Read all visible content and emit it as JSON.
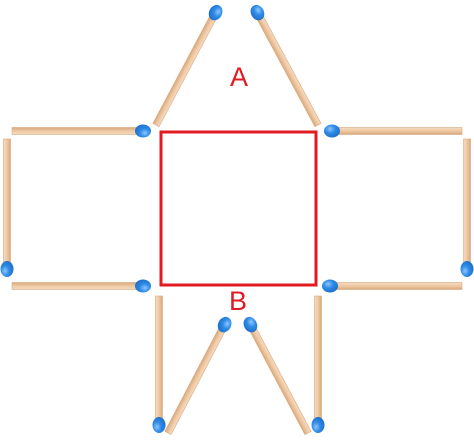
{
  "labels": {
    "a": "A",
    "b": "B"
  },
  "colors": {
    "background": "#ffffff",
    "stick_light": "#f5dcc3",
    "stick_mid": "#eec8a2",
    "stick_dark": "#d8a97e",
    "head": "#2f8be6",
    "head_dark": "#1c6ec8",
    "head_highlight": "#8cc6ff",
    "square": "#e01b22",
    "label": "#e01b22"
  },
  "matchsticks": [
    {
      "id": "top-left-roof",
      "head": "top"
    },
    {
      "id": "top-right-roof",
      "head": "top"
    },
    {
      "id": "left-top-horizontal",
      "head": "right"
    },
    {
      "id": "left-vertical",
      "head": "bottom"
    },
    {
      "id": "left-bottom-horizontal",
      "head": "right"
    },
    {
      "id": "right-top-horizontal",
      "head": "left"
    },
    {
      "id": "right-vertical",
      "head": "bottom"
    },
    {
      "id": "right-bottom-horizontal",
      "head": "left"
    },
    {
      "id": "bottom-left-vertical",
      "head": "bottom"
    },
    {
      "id": "bottom-left-diagonal",
      "head": "top"
    },
    {
      "id": "bottom-right-diagonal",
      "head": "top"
    },
    {
      "id": "bottom-right-vertical",
      "head": "bottom"
    }
  ]
}
